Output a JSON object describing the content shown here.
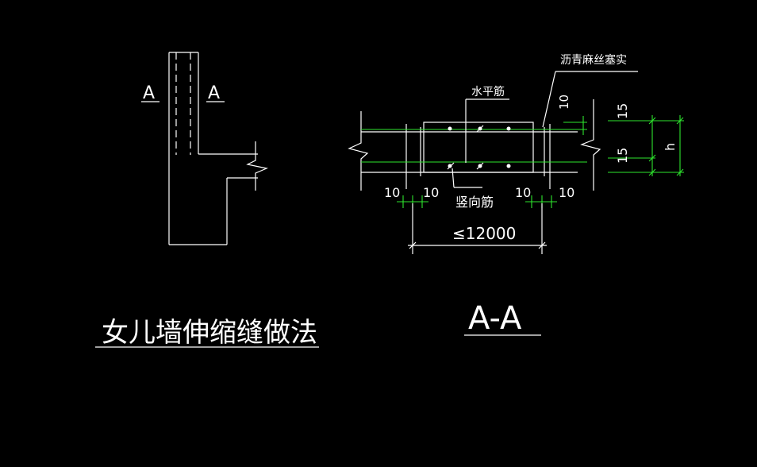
{
  "colors": {
    "background": "#000000",
    "lines": "#ffffff",
    "dimension_lines": "#2ee62e"
  },
  "left_view": {
    "section_mark_left": "A",
    "section_mark_right": "A",
    "title": "女儿墙伸缩缝做法"
  },
  "section_view": {
    "callout_asphalt": "沥青麻丝塞实",
    "callout_horizontal_bar": "水平筋",
    "callout_vertical_bar": "竖向筋",
    "dim_joint_top": "10",
    "dim_15_top": "15",
    "dim_15_bottom": "15",
    "dim_h": "h",
    "dim_10_a": "10",
    "dim_10_b": "10",
    "dim_10_c": "10",
    "dim_10_d": "10",
    "dim_length": "≤12000",
    "title": "A-A"
  }
}
